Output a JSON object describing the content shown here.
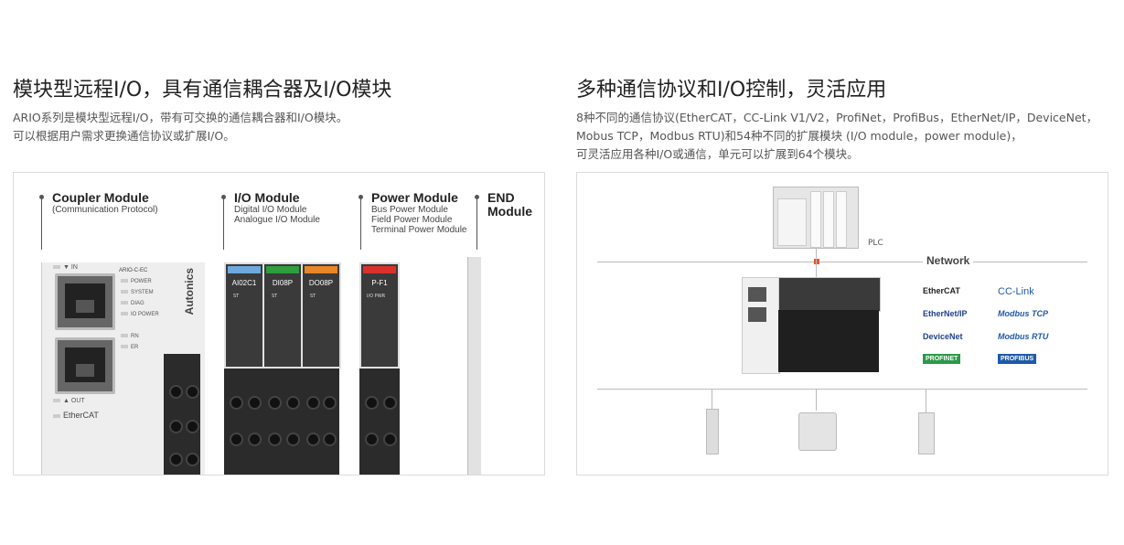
{
  "left": {
    "title": "模块型远程I/O，具有通信耦合器及I/O模块",
    "desc_line1": "ARIO系列是模块型远程I/O，带有可交换的通信耦合器和I/O模块。",
    "desc_line2": "可以根据用户需求更换通信协议或扩展I/O。",
    "labels": {
      "coupler_title": "Coupler Module",
      "coupler_sub": "(Communication Protocol)",
      "io_title": "I/O Module",
      "io_sub1": "Digital I/O Module",
      "io_sub2": "Analogue I/O Module",
      "power_title": "Power Module",
      "power_sub1": "Bus Power Module",
      "power_sub2": "Field Power Module",
      "power_sub3": "Terminal Power Module",
      "end_line1": "END",
      "end_line2": "Module"
    },
    "device": {
      "in_label": "▼ IN",
      "out_label": "▲ OUT",
      "model": "ARIO-C-EC",
      "brand": "Autonics",
      "ethercat": "EtherCAT",
      "leds": [
        "POWER",
        "SYSTEM",
        "DIAG",
        "IO POWER",
        "RN",
        "ER"
      ],
      "modules": [
        {
          "name": "AI02C1",
          "color": "#6fa8dc"
        },
        {
          "name": "DI08P",
          "color": "#2e9e3e"
        },
        {
          "name": "DO08P",
          "color": "#e8862a"
        },
        {
          "name": "P-F1",
          "color": "#d9322b"
        }
      ],
      "st": "ST",
      "iopwr": "I/O PWR"
    }
  },
  "right": {
    "title": "多种通信协议和I/O控制，灵活应用",
    "desc_line1": "8种不同的通信协议(EtherCAT，CC-Link V1/V2，ProfiNet，ProfiBus，EtherNet/IP，DeviceNet，",
    "desc_line2": "Mobus TCP，Modbus RTU)和54种不同的扩展模块 (I/O module，power module)，",
    "desc_line3": "可灵活应用各种I/O或通信，单元可以扩展到64个模块。",
    "plc_label": "PLC",
    "network_label": "Network",
    "networks": [
      "EtherCAT",
      "CC-Link",
      "EtherNet/IP",
      "Modbus TCP",
      "DeviceNet",
      "Modbus RTU",
      "PROFINET",
      "PROFIBUS"
    ],
    "accent": "#e8532a"
  }
}
